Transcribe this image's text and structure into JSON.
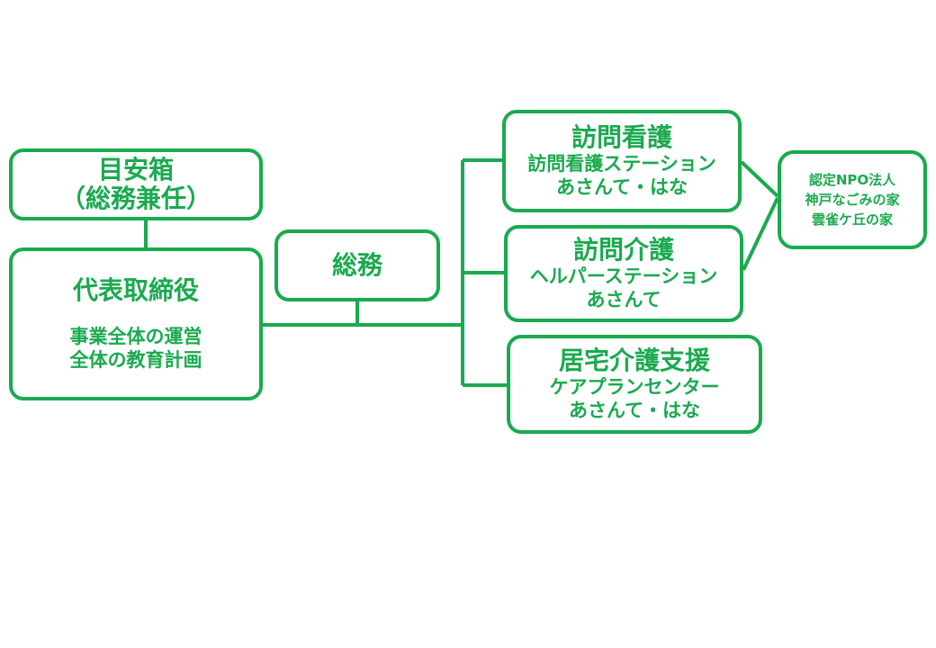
{
  "colors": {
    "accent": "#1aaa4f",
    "background": "#ffffff"
  },
  "boxes": {
    "suggestion": {
      "title": "目安箱",
      "subtitle": "（総務兼任）"
    },
    "ceo": {
      "title": "代表取締役",
      "lines": [
        "事業全体の運営",
        "全体の教育計画"
      ]
    },
    "general_affairs": {
      "title": "総務"
    },
    "home_nursing": {
      "title": "訪問看護",
      "lines": [
        "訪問看護ステーション",
        "あさんて・はな"
      ]
    },
    "home_care": {
      "title": "訪問介護",
      "lines": [
        "ヘルパーステーション",
        "あさんて"
      ]
    },
    "care_support": {
      "title": "居宅介護支援",
      "lines": [
        "ケアプランセンター",
        "あさんて・はな"
      ]
    },
    "npo": {
      "lines": [
        "認定NPO法人",
        "神戸なごみの家",
        "雲雀ケ丘の家"
      ]
    }
  }
}
